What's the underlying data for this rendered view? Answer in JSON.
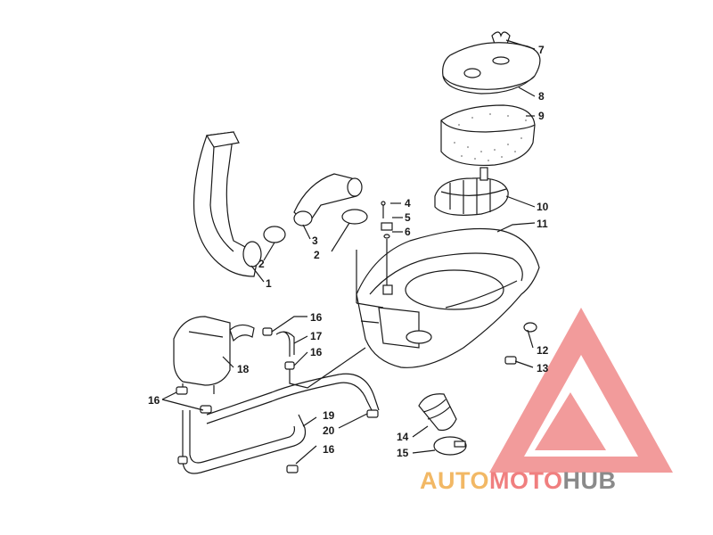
{
  "diagram": {
    "callouts": [
      {
        "id": "c7",
        "text": "7"
      },
      {
        "id": "c8",
        "text": "8"
      },
      {
        "id": "c9",
        "text": "9"
      },
      {
        "id": "c4",
        "text": "4"
      },
      {
        "id": "c5",
        "text": "5"
      },
      {
        "id": "c6",
        "text": "6"
      },
      {
        "id": "c10",
        "text": "10"
      },
      {
        "id": "c11",
        "text": "11"
      },
      {
        "id": "c3",
        "text": "3"
      },
      {
        "id": "c2a",
        "text": "2"
      },
      {
        "id": "c2b",
        "text": "2"
      },
      {
        "id": "c1",
        "text": "1"
      },
      {
        "id": "c16a",
        "text": "16"
      },
      {
        "id": "c17",
        "text": "17"
      },
      {
        "id": "c16b",
        "text": "16"
      },
      {
        "id": "c18",
        "text": "18"
      },
      {
        "id": "c12",
        "text": "12"
      },
      {
        "id": "c13",
        "text": "13"
      },
      {
        "id": "c16c",
        "text": "16"
      },
      {
        "id": "c19",
        "text": "19"
      },
      {
        "id": "c20",
        "text": "20"
      },
      {
        "id": "c16d",
        "text": "16"
      },
      {
        "id": "c14",
        "text": "14"
      },
      {
        "id": "c15",
        "text": "15"
      }
    ]
  },
  "watermark": {
    "part1": "AUTO",
    "part2": "MOTO",
    "part3": "HUB",
    "colors": {
      "part1": "#f2b865",
      "part2": "#f07f7f",
      "part3": "#8a8a8a",
      "triangle": "#f08a8a"
    }
  }
}
